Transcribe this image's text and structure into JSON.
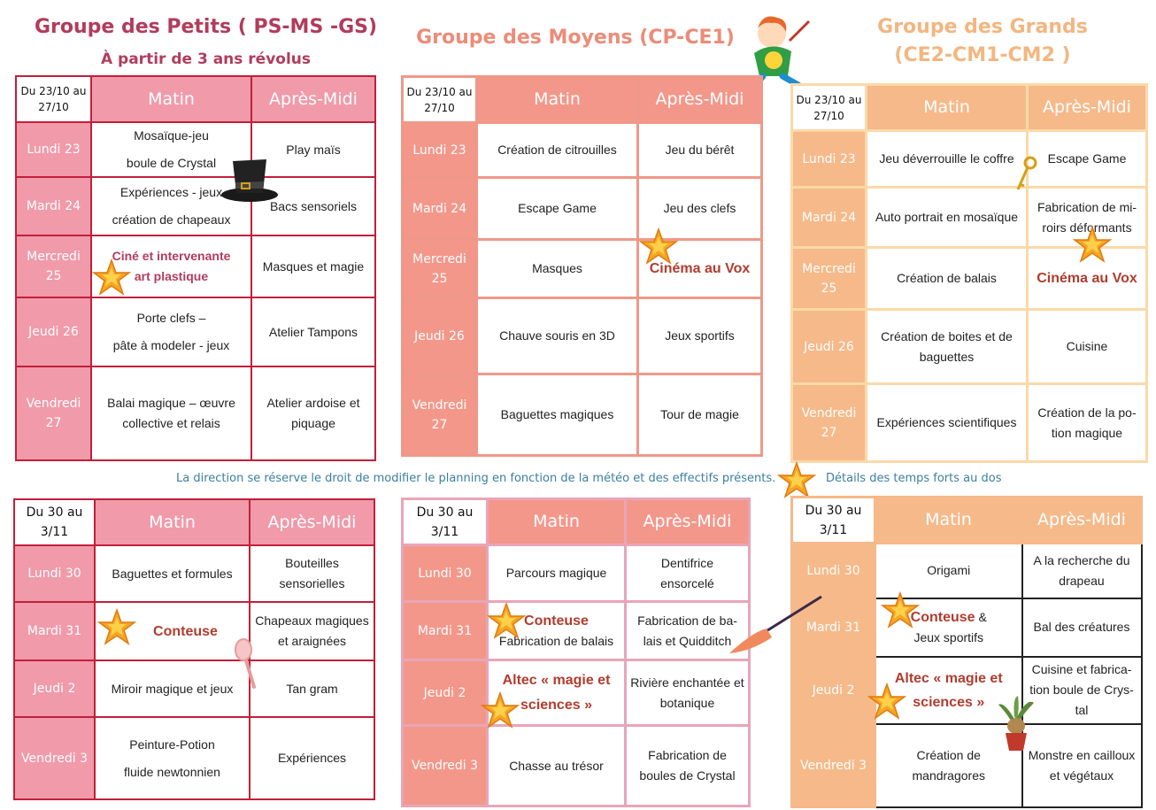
{
  "titles": {
    "petits": "Groupe des Petits ( PS-MS -GS)",
    "petits_sub": "À partir de 3 ans révolus",
    "moyens": "Groupe des Moyens (CP-CE1)",
    "grands_line1": "Groupe des Grands",
    "grands_line2": "(CE2-CM1-CM2 )"
  },
  "headers": {
    "matin": "Matin",
    "apres_midi": "Après-Midi"
  },
  "week1": {
    "period_line1": "Du 23/10 au",
    "period_line2": "27/10",
    "days": [
      {
        "l1": "Lundi 23",
        "l2": ""
      },
      {
        "l1": "Mardi 24",
        "l2": ""
      },
      {
        "l1": "Mercredi",
        "l2": "25"
      },
      {
        "l1": "Jeudi 26",
        "l2": ""
      },
      {
        "l1": "Vendredi",
        "l2": "27"
      }
    ]
  },
  "week2": {
    "period_line1": "Du 30 au",
    "period_line2": "3/11",
    "days": [
      "Lundi 30",
      "Mardi 31",
      "Jeudi 2",
      "Vendredi 3"
    ]
  },
  "petits_w1": [
    {
      "m1": "Mosaïque-jeu",
      "m2": "boule de Crystal",
      "a1": "Play maïs",
      "a2": ""
    },
    {
      "m1": "Expériences - jeux",
      "m2": "création de chapeaux",
      "a1": "Bacs sensoriels",
      "a2": ""
    },
    {
      "m1": "Ciné et intervenante",
      "m2": "art plastique",
      "a1": "Masques et magie",
      "a2": ""
    },
    {
      "m1": "Porte clefs –",
      "m2": "pâte à modeler -  jeux",
      "a1": "Atelier Tampons",
      "a2": ""
    },
    {
      "m1": "Balai magique – œuvre",
      "m2": "collective et relais",
      "a1": "Atelier ardoise et",
      "a2": "piquage"
    }
  ],
  "moyens_w1": [
    {
      "m": "Création de citrouilles",
      "a": "Jeu du bérêt"
    },
    {
      "m": "Escape Game",
      "a": "Jeu des clefs"
    },
    {
      "m": "Masques",
      "a": "Cinéma au Vox"
    },
    {
      "m": "Chauve souris en 3D",
      "a": "Jeux sportifs"
    },
    {
      "m": "Baguettes magiques",
      "a": "Tour de magie"
    }
  ],
  "grands_w1": [
    {
      "m1": "Jeu déverrouille le coffre",
      "m2": "",
      "a1": "Escape Game",
      "a2": ""
    },
    {
      "m1": "Auto portrait en mosaïque",
      "m2": "",
      "a1": "Fabrication de mi-",
      "a2": "roirs déformants"
    },
    {
      "m1": "Création de balais",
      "m2": "",
      "a1": "Cinéma au Vox",
      "a2": ""
    },
    {
      "m1": "Création de boites et de",
      "m2": "baguettes",
      "a1": "Cuisine",
      "a2": ""
    },
    {
      "m1": "Expériences scientifiques",
      "m2": "",
      "a1": "Création de la po-",
      "a2": "tion magique"
    }
  ],
  "note_left": "La direction se réserve le droit de modifier le planning en fonction de la météo  et des effectifs présents.",
  "note_right": "Détails des temps forts au dos",
  "petits_w2": [
    {
      "m1": "Baguettes et formules",
      "m2": "",
      "a1": "Bouteilles",
      "a2": "sensorielles"
    },
    {
      "m1": "Conteuse",
      "m2": "",
      "a1": "Chapeaux magiques",
      "a2": "et araignées"
    },
    {
      "m1": "Miroir magique et jeux",
      "m2": "",
      "a1": "Tan gram",
      "a2": ""
    },
    {
      "m1": "Peinture-Potion",
      "m2": "fluide newtonnien",
      "a1": "Expériences",
      "a2": ""
    }
  ],
  "moyens_w2": [
    {
      "m1": "Parcours magique",
      "m2": "",
      "a1": "Dentifrice",
      "a2": "ensorcelé"
    },
    {
      "m1": "Conteuse",
      "m2": "Fabrication de balais",
      "a1": "Fabrication de ba-",
      "a2": "lais et Quidditch"
    },
    {
      "m1": "Altec « magie et",
      "m2": "sciences »",
      "a1": "Rivière enchantée et",
      "a2": "botanique"
    },
    {
      "m1": "Chasse au trésor",
      "m2": "",
      "a1": "Fabrication  de",
      "a2": "boules de Crystal"
    }
  ],
  "grands_w2": [
    {
      "m1": "Origami",
      "m2": "",
      "a1": "A la recherche du",
      "a2": "drapeau",
      "a3": ""
    },
    {
      "m1": "Conteuse",
      "m1b": " &",
      "m2": "Jeux sportifs",
      "a1": "Bal des créatures",
      "a2": "",
      "a3": ""
    },
    {
      "m1": "Altec « magie et",
      "m2": "sciences »",
      "a1": "Cuisine et fabrica-",
      "a2": "tion  boule de Crys-",
      "a3": "tal"
    },
    {
      "m1": "Création de",
      "m2": "mandragores",
      "a1": "Monstre en cailloux",
      "a2": "et végétaux",
      "a3": ""
    }
  ],
  "colors": {
    "petits": "#f09aaa",
    "moyens": "#f3978a",
    "grands": "#f6b98a",
    "highlight": "#b13c2e",
    "star": "#f5a623"
  },
  "icons": [
    "star-icon",
    "top-hat-icon",
    "golden-key-icon",
    "hand-mirror-icon",
    "broom-icon",
    "mandrake-plant-icon",
    "wizard-child-icon"
  ]
}
